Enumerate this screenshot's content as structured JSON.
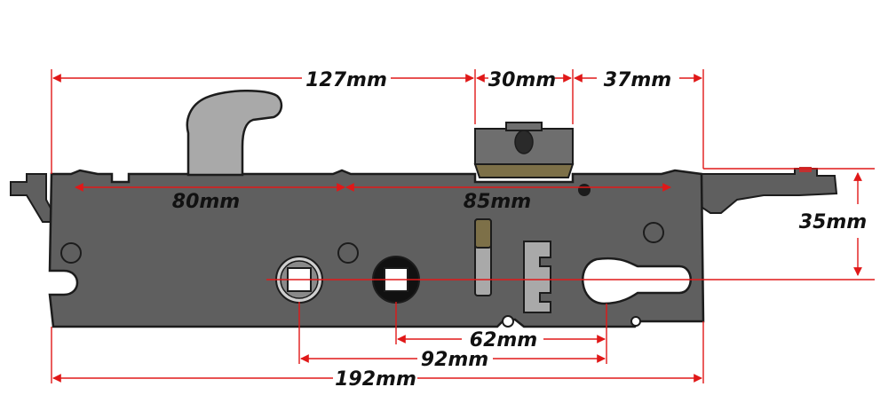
{
  "colors": {
    "body": "#5f5f5f",
    "body_dark": "#3d3d3d",
    "outline": "#1c1c1c",
    "hook": "#a9a9a9",
    "deadbolt": "#6e6e6e",
    "deadbolt_base": "#7d7048",
    "dimension": "#e01818",
    "text": "#111111",
    "hole_light": "#cfcfcf"
  },
  "dimensions": {
    "overall_top": "127mm",
    "deadbolt_width": "30mm",
    "deadbolt_to_end": "37mm",
    "hook_spacing": "80mm",
    "deadbolt_spacing": "85mm",
    "backset": "35mm",
    "centre_62": "62mm",
    "centre_92": "92mm",
    "overall_bottom": "192mm"
  }
}
